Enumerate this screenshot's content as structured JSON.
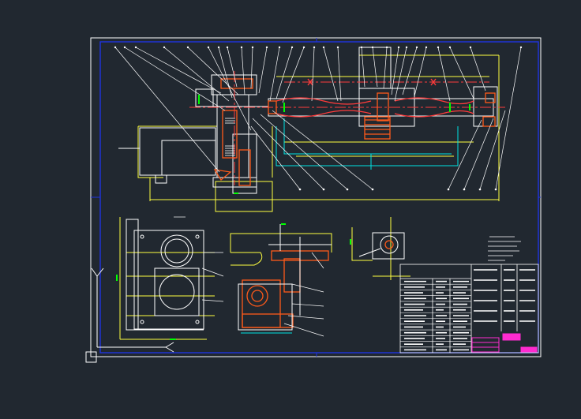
{
  "canvas": {
    "background": "#212830",
    "colors": {
      "frame_outer": "#ffffff",
      "frame_inner": "#1f34e0",
      "outline": "#ffffff",
      "centerline": "#ff3b3b",
      "hatch": "#ff5a1a",
      "dimension": "#ffff40",
      "dimension_alt": "#00e5e5",
      "center_mark": "#00ff00",
      "leader": "#ffffff",
      "table_text": "#ffffff",
      "title_block_accent": "#ff2bd0"
    }
  },
  "ucs": {
    "icon_name": "ucs-axis-icon",
    "axis_y": "Y",
    "axis_x": "X"
  },
  "views": [
    {
      "id": "main-assembly-view",
      "kind": "section-assembly"
    },
    {
      "id": "housing-side-view",
      "kind": "front-view"
    },
    {
      "id": "bracket-detail-view",
      "kind": "section-detail"
    },
    {
      "id": "bearing-end-view",
      "kind": "end-view"
    }
  ],
  "title_block": {
    "rows": 13,
    "accent_color": "#ff2bd0"
  }
}
